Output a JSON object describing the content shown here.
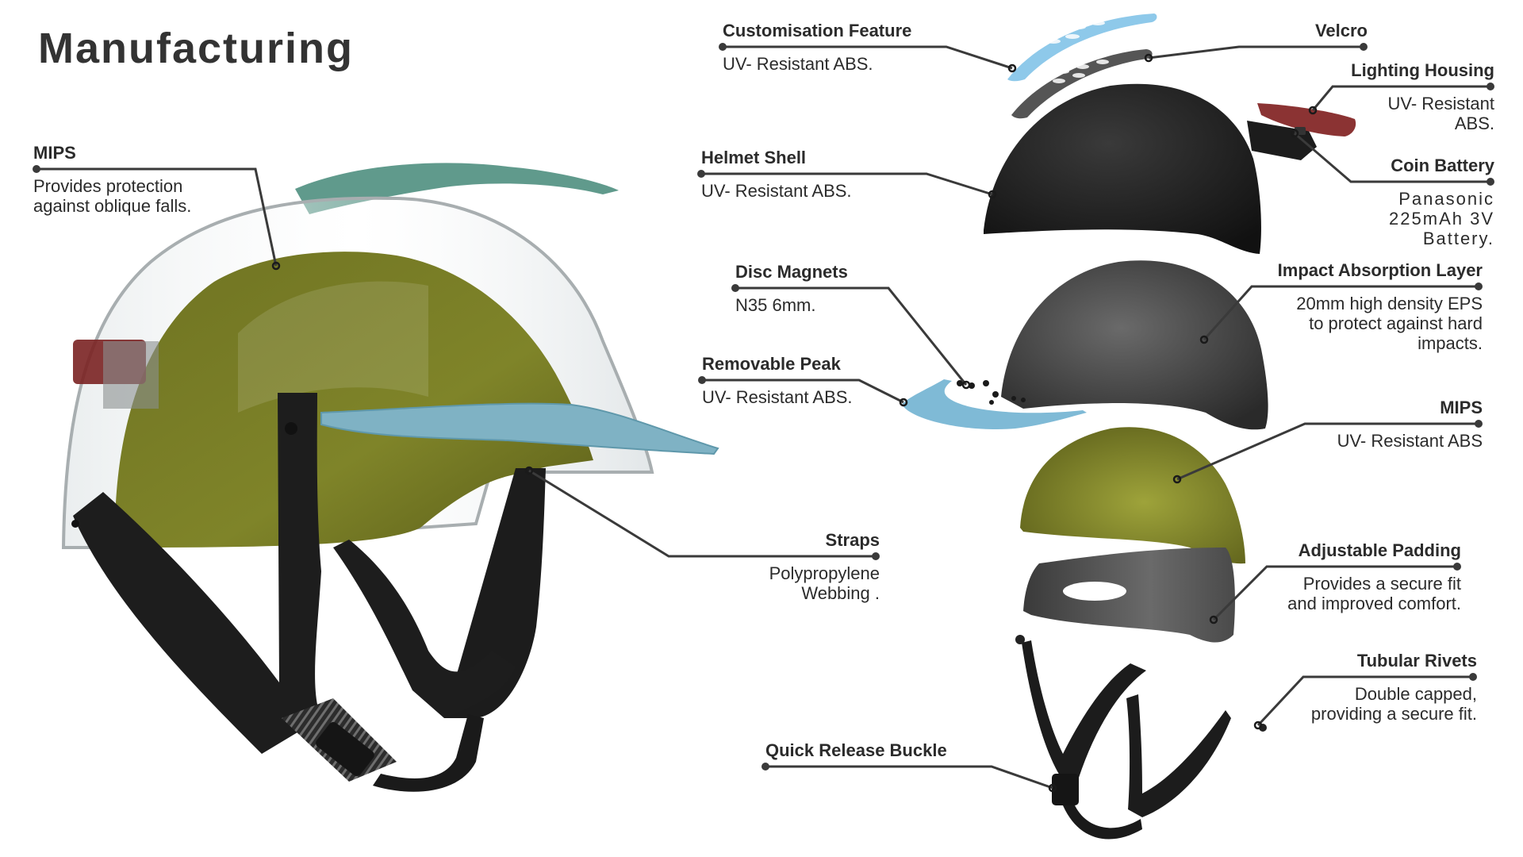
{
  "title": "Manufacturing",
  "callouts": {
    "mips_main": {
      "name": "MIPS",
      "desc": "Provides protection\nagainst oblique falls."
    },
    "straps": {
      "name": "Straps",
      "desc": "Polypropylene\nWebbing ."
    },
    "customisation_feature": {
      "name": "Customisation Feature",
      "desc": "UV- Resistant ABS."
    },
    "velcro": {
      "name": "Velcro"
    },
    "lighting_housing": {
      "name": "Lighting Housing",
      "desc": "UV- Resistant\nABS."
    },
    "coin_battery": {
      "name": "Coin Battery",
      "desc": "Panasonic\n225mAh 3V\nBattery."
    },
    "helmet_shell": {
      "name": "Helmet Shell",
      "desc": "UV- Resistant ABS."
    },
    "disc_magnets": {
      "name": "Disc Magnets",
      "desc": "N35 6mm."
    },
    "removable_peak": {
      "name": "Removable Peak",
      "desc": "UV- Resistant ABS."
    },
    "impact_absorption_layer": {
      "name": "Impact Absorption Layer",
      "desc": "20mm high density EPS\nto protect against hard\nimpacts."
    },
    "mips_exploded": {
      "name": "MIPS",
      "desc": "UV- Resistant ABS"
    },
    "adjustable_padding": {
      "name": "Adjustable Padding",
      "desc": "Provides a secure fit\nand improved comfort."
    },
    "tubular_rivets": {
      "name": "Tubular Rivets",
      "desc": "Double capped,\nproviding a secure fit."
    },
    "quick_release_buckle": {
      "name": "Quick Release Buckle"
    }
  },
  "colors": {
    "text": "#2b2b2b",
    "leader_line": "#3a3a3a",
    "shell_black": "#1f1f1f",
    "eps_grey": "#4a4a4a",
    "mips_olive": "#8a8f2c",
    "peak_blue": "#7fbad6",
    "customisation_blue": "#8ec9ea",
    "light_red": "#8b2a2a",
    "strap_black": "#1a1a1a"
  }
}
